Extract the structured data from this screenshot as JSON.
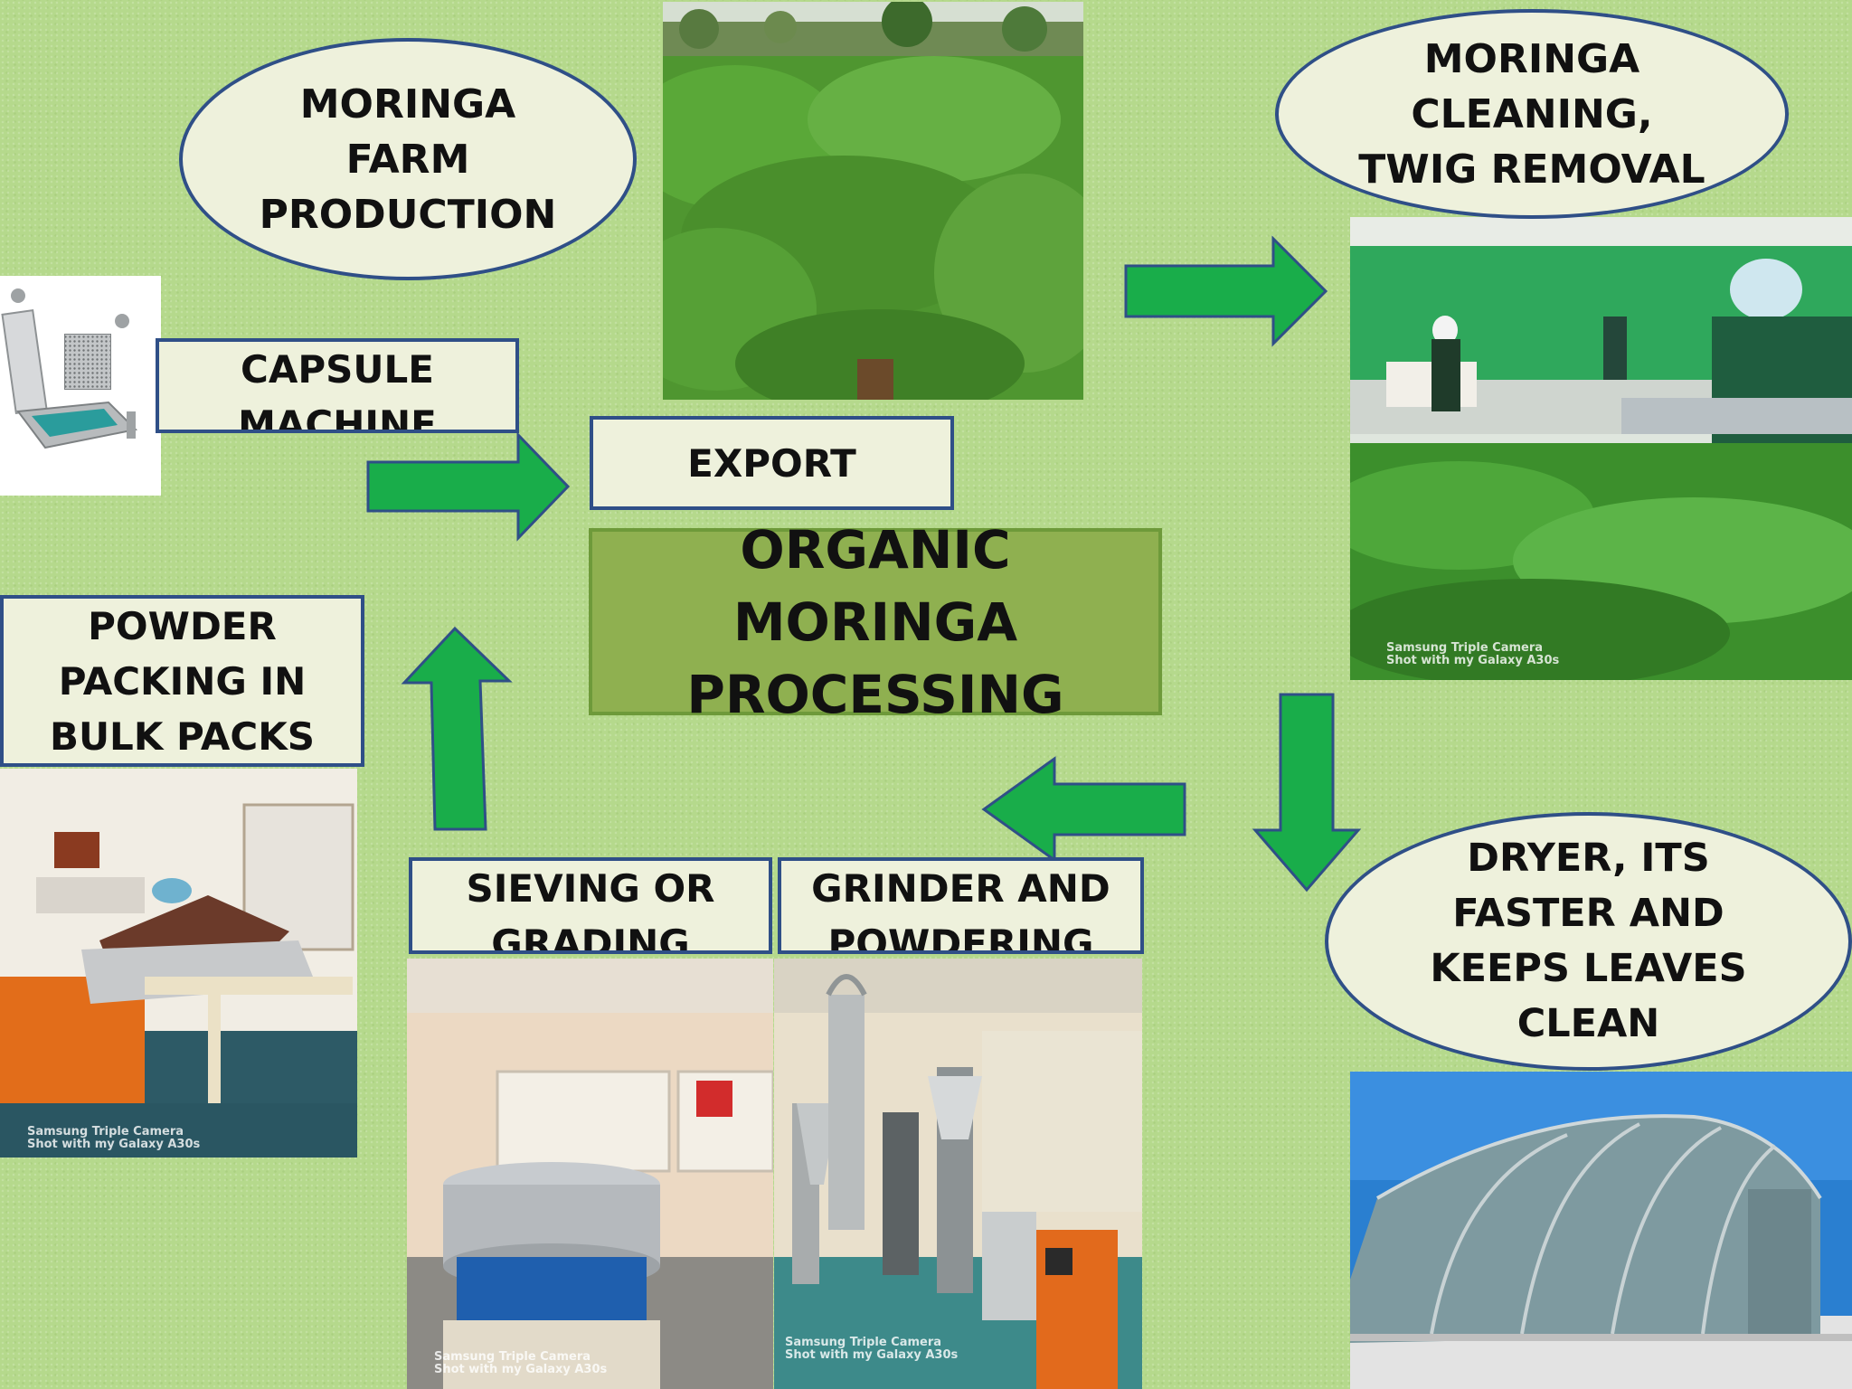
{
  "diagram": {
    "title": "ORGANIC MORINGA\nPROCESSING",
    "steps": {
      "farm": "MORINGA\nFARM\nPRODUCTION",
      "cleaning": "MORINGA\nCLEANING,\nTWIG REMOVAL",
      "dryer": "DRYER, ITS\nFASTER AND\nKEEPS LEAVES\nCLEAN",
      "grinder": "GRINDER AND\nPOWDERING",
      "sieving": "SIEVING OR\nGRADING",
      "packing": "POWDER\nPACKING IN\nBULK PACKS",
      "capsule": "CAPSULE\nMACHINE",
      "export": "EXPORT"
    },
    "photo_watermark": "Samsung Triple Camera\nShot with my Galaxy A30s",
    "colors": {
      "background": "#b5d98c",
      "arrow_fill": "#19ad4a",
      "arrow_stroke": "#2f4f87",
      "box_fill": "#eef1dc",
      "box_border": "#2f4f87",
      "title_fill": "#8fb050"
    }
  }
}
